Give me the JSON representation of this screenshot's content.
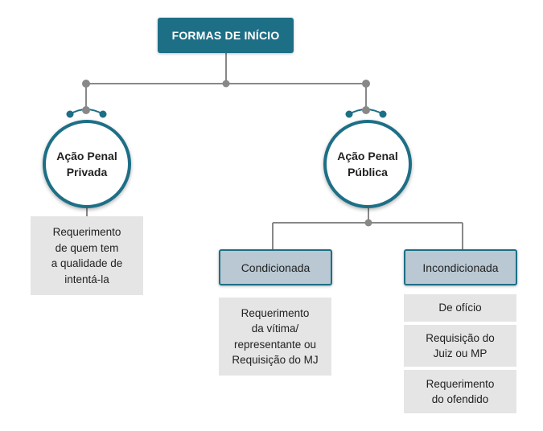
{
  "diagram": {
    "root": {
      "label": "FORMAS DE INÍCIO"
    },
    "branches": {
      "privada": {
        "label_lines": [
          "Ação Penal",
          "Privada"
        ],
        "detail_lines": [
          "Requerimento",
          "de quem tem",
          "a qualidade de",
          "intentá-la"
        ]
      },
      "publica": {
        "label_lines": [
          "Ação Penal",
          "Pública"
        ],
        "condicionada": {
          "label": "Condicionada",
          "detail_lines": [
            "Requerimento",
            "da vítima/",
            "representante ou",
            "Requisição do MJ"
          ]
        },
        "incondicionada": {
          "label": "Incondicionada",
          "items": [
            {
              "lines": [
                "De ofício"
              ]
            },
            {
              "lines": [
                "Requisição do",
                "Juiz ou MP"
              ]
            },
            {
              "lines": [
                "Requerimento",
                "do ofendido"
              ]
            }
          ]
        }
      }
    },
    "colors": {
      "accent": "#1d6f86",
      "connector": "#888888",
      "subnode_fill": "#b9c8d2",
      "box_fill": "#e5e5e5"
    }
  }
}
